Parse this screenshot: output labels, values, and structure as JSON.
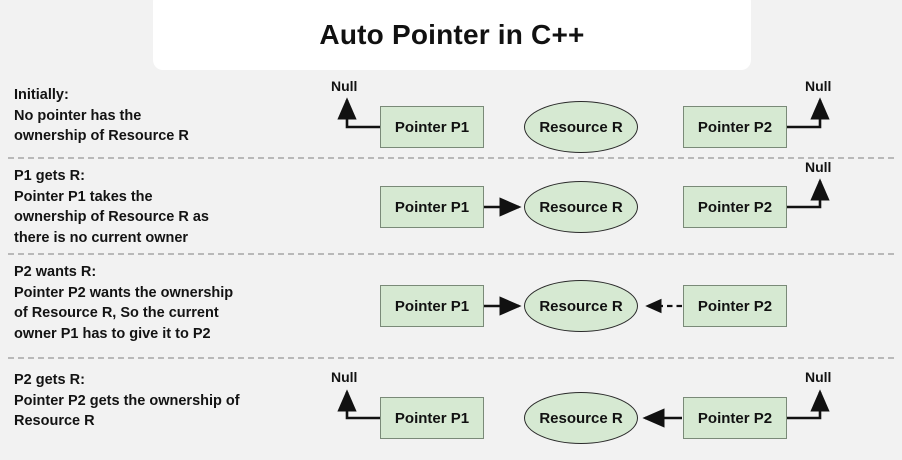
{
  "title": "Auto Pointer in C++",
  "colors": {
    "background": "#f2f2f2",
    "title_panel": "#ffffff",
    "node_fill": "#d6e9d2",
    "box_border": "#7a8a78",
    "ellipse_border": "#2b2b2b",
    "divider": "#b9b9b9",
    "text": "#131313"
  },
  "labels": {
    "pointer_p1": "Pointer P1",
    "pointer_p2": "Pointer P2",
    "resource_r": "Resource R",
    "null": "Null"
  },
  "rows": [
    {
      "id": "initially",
      "caption": "Initially:\nNo pointer has the\nownership of Resource R",
      "p1_label": "Pointer P1",
      "resource_label": "Resource R",
      "p2_label": "Pointer P2",
      "p1_null": "Null",
      "p2_null": "Null",
      "p1_points_to": "null",
      "p2_points_to": "null",
      "p1_arrow_style": "solid",
      "p2_arrow_style": "solid"
    },
    {
      "id": "p1-gets-r",
      "caption": "P1 gets R:\nPointer P1 takes the\nownership of Resource R as\nthere is no current owner",
      "p1_label": "Pointer P1",
      "resource_label": "Resource R",
      "p2_label": "Pointer P2",
      "p1_null": "",
      "p2_null": "Null",
      "p1_points_to": "resource",
      "p2_points_to": "null",
      "p1_arrow_style": "solid",
      "p2_arrow_style": "solid"
    },
    {
      "id": "p2-wants-r",
      "caption": "P2 wants R:\nPointer P2 wants the ownership\nof Resource R, So the current\nowner P1 has to give it to P2",
      "p1_label": "Pointer P1",
      "resource_label": "Resource R",
      "p2_label": "Pointer P2",
      "p1_null": "",
      "p2_null": "",
      "p1_points_to": "resource",
      "p2_points_to": "resource",
      "p1_arrow_style": "solid",
      "p2_arrow_style": "dashed"
    },
    {
      "id": "p2-gets-r",
      "caption": "P2 gets R:\nPointer P2 gets the ownership of\nResource R",
      "p1_label": "Pointer P1",
      "resource_label": "Resource R",
      "p2_label": "Pointer P2",
      "p1_null": "Null",
      "p2_null": "Null",
      "p1_points_to": "null",
      "p2_points_to": "resource",
      "p1_arrow_style": "solid",
      "p2_arrow_style": "solid"
    }
  ]
}
